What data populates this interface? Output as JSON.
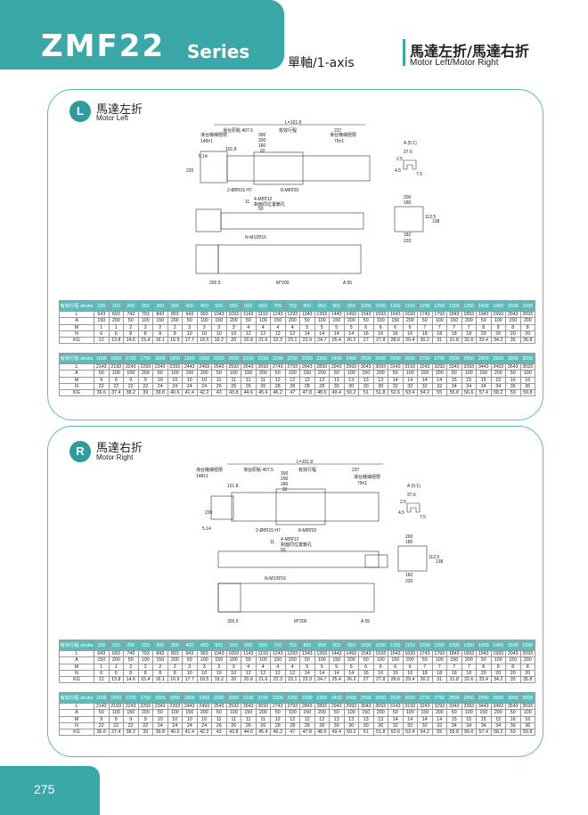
{
  "header": {
    "title": "ZMF22",
    "series": "Series",
    "axis": "單軸/1-axis",
    "motor_zh": "馬達左折/馬達右折",
    "motor_en": "Motor Left/Motor Right"
  },
  "sections": [
    {
      "badge": "L",
      "title_zh": "馬達左折",
      "title_en": "Motor Left"
    },
    {
      "badge": "R",
      "title_zh": "馬達右折",
      "title_en": "Motor Right"
    }
  ],
  "drawing": {
    "L_total": "L=101.8",
    "slide_origin": "滑台原點 407.5",
    "eff_stroke": "有效行程",
    "d237": "237",
    "slide_machine": "滑台機械極限",
    "d148": "148±1",
    "d79": "79±1",
    "d300": "300",
    "d200": "200",
    "d180": "180",
    "d92": "92",
    "d101": "101.8",
    "d514": "5.14",
    "d220": "220",
    "pin": "2-Ø8∇15 H7",
    "m6": "8-M6∇20",
    "m5": "4-M5∇12",
    "tap_note": "對面同位置鎖孔",
    "d11": "11",
    "d50": "50",
    "nm": "N-M10∇16",
    "d3265": "326.5",
    "mstep": "M*200",
    "a55": "A  55",
    "detail_label": "A (5:1)",
    "d376": "37.6",
    "d25": "2.5",
    "d45": "4.5",
    "d75": "7.5",
    "e200": "200",
    "e180": "180",
    "e1125": "112.5",
    "e138": "138",
    "e182": "182",
    "e220": "220"
  },
  "table1": {
    "stroke_label": "有效行程 stroke",
    "strokes": [
      "100",
      "150",
      "200",
      "250",
      "300",
      "350",
      "400",
      "450",
      "500",
      "550",
      "600",
      "650",
      "700",
      "750",
      "800",
      "850",
      "900",
      "950",
      "1000",
      "1050",
      "1100",
      "1150",
      "1200",
      "1250",
      "1300",
      "1350",
      "1400",
      "1450",
      "1500",
      "1550"
    ],
    "rows": [
      {
        "label": "L",
        "values": [
          "643",
          "693",
          "743",
          "793",
          "843",
          "893",
          "943",
          "993",
          "1043",
          "1093",
          "1143",
          "1193",
          "1243",
          "1293",
          "1343",
          "1393",
          "1443",
          "1493",
          "1543",
          "1593",
          "1643",
          "1693",
          "1743",
          "1793",
          "1843",
          "1893",
          "1943",
          "1993",
          "2043",
          "2093"
        ]
      },
      {
        "label": "A",
        "values": [
          "150",
          "200",
          "50",
          "100",
          "150",
          "200",
          "50",
          "100",
          "150",
          "200",
          "50",
          "100",
          "150",
          "200",
          "50",
          "100",
          "150",
          "200",
          "50",
          "100",
          "150",
          "200",
          "50",
          "100",
          "150",
          "200",
          "50",
          "100",
          "150",
          "200"
        ]
      },
      {
        "label": "M",
        "values": [
          "1",
          "1",
          "2",
          "2",
          "2",
          "2",
          "3",
          "3",
          "3",
          "3",
          "4",
          "4",
          "4",
          "4",
          "5",
          "5",
          "5",
          "5",
          "6",
          "6",
          "6",
          "6",
          "7",
          "7",
          "7",
          "7",
          "8",
          "8",
          "8",
          "8"
        ]
      },
      {
        "label": "N",
        "values": [
          "6",
          "6",
          "8",
          "8",
          "8",
          "8",
          "10",
          "10",
          "10",
          "10",
          "12",
          "12",
          "12",
          "12",
          "14",
          "14",
          "14",
          "14",
          "16",
          "16",
          "16",
          "16",
          "18",
          "18",
          "18",
          "18",
          "20",
          "20",
          "20",
          "20"
        ]
      },
      {
        "label": "KG",
        "values": [
          "12",
          "13.8",
          "14.6",
          "15.4",
          "16.1",
          "16.9",
          "17.7",
          "18.5",
          "19.2",
          "20",
          "20.8",
          "21.6",
          "22.3",
          "23.1",
          "23.9",
          "24.7",
          "25.4",
          "26.2",
          "27",
          "27.8",
          "28.6",
          "29.4",
          "30.2",
          "31",
          "31.8",
          "32.6",
          "33.4",
          "34.2",
          "35",
          "35.8"
        ]
      }
    ]
  },
  "table2": {
    "stroke_label": "有效行程 stroke",
    "strokes": [
      "1600",
      "1650",
      "1700",
      "1750",
      "1800",
      "1850",
      "1900",
      "1950",
      "2000",
      "2050",
      "2100",
      "2150",
      "2200",
      "2250",
      "2300",
      "2350",
      "2400",
      "2450",
      "2500",
      "2550",
      "2600",
      "2650",
      "2700",
      "2750",
      "2800",
      "2850",
      "2900",
      "2950",
      "3000",
      "3050"
    ],
    "rows": [
      {
        "label": "L",
        "values": [
          "2143",
          "2193",
          "2243",
          "2293",
          "2343",
          "2393",
          "2443",
          "2493",
          "2543",
          "2593",
          "2643",
          "2693",
          "2743",
          "2793",
          "2843",
          "2893",
          "2943",
          "2993",
          "3043",
          "3093",
          "3143",
          "3193",
          "3243",
          "3293",
          "3343",
          "3393",
          "3443",
          "3493",
          "3543",
          "3593"
        ]
      },
      {
        "label": "A",
        "values": [
          "50",
          "100",
          "150",
          "200",
          "50",
          "100",
          "150",
          "200",
          "50",
          "100",
          "150",
          "200",
          "50",
          "100",
          "150",
          "200",
          "50",
          "100",
          "150",
          "200",
          "50",
          "100",
          "150",
          "200",
          "50",
          "100",
          "150",
          "200",
          "50",
          "100"
        ]
      },
      {
        "label": "M",
        "values": [
          "9",
          "9",
          "9",
          "9",
          "10",
          "10",
          "10",
          "10",
          "11",
          "11",
          "11",
          "11",
          "12",
          "12",
          "12",
          "12",
          "13",
          "13",
          "13",
          "13",
          "14",
          "14",
          "14",
          "14",
          "15",
          "15",
          "15",
          "15",
          "16",
          "16"
        ]
      },
      {
        "label": "N",
        "values": [
          "22",
          "22",
          "22",
          "22",
          "24",
          "24",
          "24",
          "24",
          "26",
          "26",
          "26",
          "26",
          "28",
          "28",
          "28",
          "28",
          "30",
          "30",
          "30",
          "30",
          "32",
          "32",
          "32",
          "32",
          "34",
          "34",
          "34",
          "34",
          "36",
          "36"
        ]
      },
      {
        "label": "KG",
        "values": [
          "36.6",
          "37.4",
          "38.2",
          "39",
          "39.8",
          "40.6",
          "41.4",
          "42.2",
          "43",
          "43.8",
          "44.6",
          "45.4",
          "46.2",
          "47",
          "47.8",
          "48.6",
          "49.4",
          "50.2",
          "51",
          "51.8",
          "52.6",
          "53.4",
          "54.2",
          "55",
          "55.8",
          "56.6",
          "57.4",
          "58.2",
          "59",
          "59.8"
        ]
      }
    ]
  },
  "footer": {
    "page": "275"
  }
}
